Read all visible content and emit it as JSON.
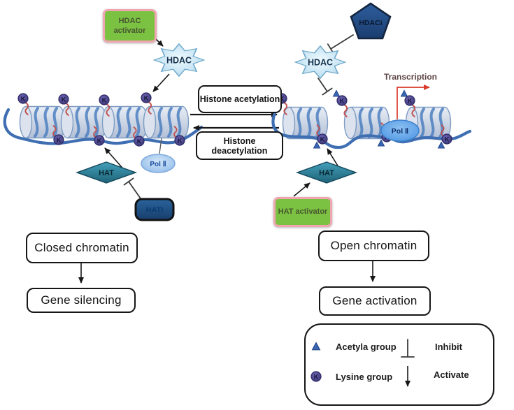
{
  "colors": {
    "activator_green": "#7cc242",
    "activator_border_pink": "#f0a5b2",
    "enzyme_star_blue": "#cfe9f6",
    "hat_diamond_teal": "#2a7d99",
    "inhibitor_navy": "#24518c",
    "hati_navy": "#1d4f80",
    "nucleosome_body": "#c9d3e3",
    "dna_blue": "#3f6fb2",
    "lysine_purple": "#45418c",
    "acetyl_blue": "#3b67b2",
    "tail_red": "#c0504d",
    "transcription_red": "#d93a2b"
  },
  "left_pathway": {
    "activator_label": "HDAC activator",
    "enzyme_label": "HDAC",
    "hat_label": "HAT",
    "hat_inhibitor_label": "HATi",
    "polii_label": "Pol Ⅱ",
    "state_label": "Closed chromatin",
    "outcome_label": "Gene silencing"
  },
  "right_pathway": {
    "inhibitor_label": "HDACi",
    "enzyme_label": "HDAC",
    "hat_label": "HAT",
    "activator_label": "HAT activator",
    "polii_label": "Pol Ⅱ",
    "transcription_label": "Transcription",
    "state_label": "Open chromatin",
    "outcome_label": "Gene activation"
  },
  "center": {
    "acetylation_label": "Histone acetylation",
    "deacetylation_label": "Histone deacetylation"
  },
  "chromatin": {
    "lysine_letter": "K"
  },
  "legend": {
    "acetyl_label": "Acetyla group",
    "lysine_label": "Lysine group",
    "inhibit_label": "Inhibit",
    "activate_label": "Activate"
  }
}
